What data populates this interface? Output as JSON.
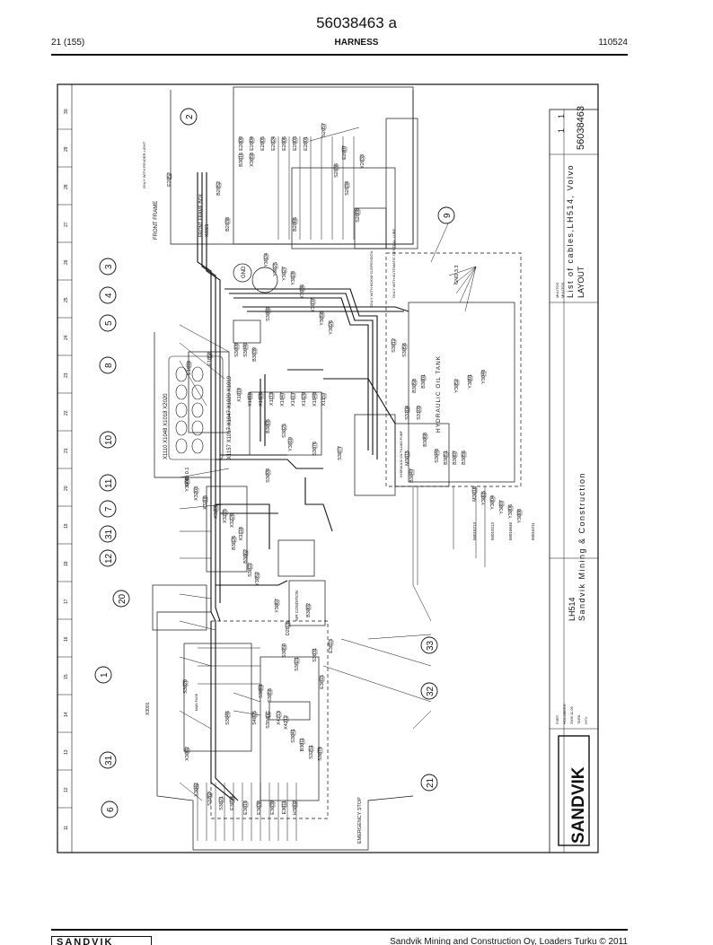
{
  "header": {
    "doc_number": "56038463 a",
    "page": "21 (155)",
    "section": "HARNESS",
    "date": "110524"
  },
  "footer": {
    "logo": "SANDVIK",
    "copyright": "Sandvik Mining and Construction Oy, Loaders Turku © 2011"
  },
  "grid": {
    "columns": [
      "11",
      "12",
      "13",
      "14",
      "15",
      "16",
      "17",
      "18",
      "19",
      "20",
      "21",
      "22",
      "23",
      "24",
      "25",
      "26",
      "27",
      "28",
      "29",
      "30"
    ]
  },
  "callouts": [
    "1",
    "2",
    "3",
    "4",
    "5",
    "6",
    "7",
    "8",
    "9",
    "10",
    "11",
    "12",
    "20",
    "21",
    "31",
    "31",
    "32",
    "33"
  ],
  "title_block": {
    "company": "SANDVIK",
    "model": "LH514",
    "maker": "Sandvik Mining & Construction",
    "drawing_title": "List of cables,LH514, Volvo",
    "drawing_subtitle": "LAYOUT",
    "drawing_number": "56038463",
    "sheet": "1",
    "sheets_total": "1",
    "drawn_label": "PIIRT.",
    "drawn_by": "HOLMBERG",
    "drawn_date": "2006.11.06",
    "checked_label": "TARK.",
    "approved_label": "HYV.",
    "rev_codes": [
      "MUUTOS",
      "MUUTOS"
    ]
  },
  "labels": {
    "front_frame": "FRONT FRAME",
    "front_frame_box": "FRONT FRAME BOX",
    "front_frame_box_id": "X3321",
    "only_fender_light": "ONLY WITH FENDER LIGHT",
    "hydraulic_oil_tank": "HYDRAULIC OIL TANK",
    "gnd": "GND",
    "gnd_zero": "GND 0.1",
    "gnd_33": "GND 3.3",
    "emergency_stop": "EMERGENCY STOP",
    "air_condition": "AIR CONDITION",
    "connector_group_top": "X1110  X1048  X1018  X2020",
    "connector_group_bottom": "X1157 X1017 X1047 X1029  X1019",
    "only_with_boom": "ONLY WITH BOOM SUSPENSION",
    "only_with_auto": "ONLY WITH AUTOMATIC CENTRAL LUBE",
    "part_56010213": "56016213",
    "part_56019213": "56019213",
    "part_56016646": "56016646",
    "part_56016211": "56016211",
    "box_label": "X3001",
    "main_fuse": "MAIN FUSE",
    "hyd_oil_filling_pump": "HYDRAULIC OIL FILLING PUMP"
  },
  "components": [
    "E2009",
    "E2004",
    "E2005",
    "E2024",
    "E2006",
    "E2003",
    "E2001",
    "E2007",
    "S2057",
    "S2036",
    "S2034",
    "S2008",
    "Y2033",
    "E2052",
    "B2052",
    "B2038",
    "B2066",
    "Y3024",
    "Y3025",
    "Y3027",
    "Y3028",
    "S3060",
    "Y3036",
    "Y3037",
    "Y3056",
    "Y3026",
    "S3009",
    "S3040",
    "B3039",
    "E1010",
    "E1056",
    "X1019",
    "X1018",
    "X1020",
    "X1113",
    "X1047",
    "X1017",
    "X1029",
    "X1048",
    "X1157",
    "B3005",
    "S3025",
    "Y3010",
    "S3099",
    "S3076",
    "S3077",
    "S3012",
    "S3056",
    "B3058",
    "B3001",
    "Y3052",
    "Y3001",
    "Y3048",
    "S3104",
    "S3103",
    "B3068",
    "S3048",
    "B3051",
    "B3007",
    "B3056",
    "B3047",
    "M3015",
    "M3016",
    "Y3005",
    "Y3004",
    "Y3007",
    "Y3006",
    "Y3008",
    "Y3009",
    "X3203",
    "X3205",
    "X3206",
    "X3225",
    "X3226",
    "X3118",
    "B3026",
    "B3062",
    "S3022",
    "Y3052",
    "Y3067",
    "D2026",
    "B3002",
    "S3050",
    "S3021",
    "S3031",
    "E3015",
    "S3001",
    "S3056",
    "S3046",
    "S4005",
    "S3040C",
    "X4213",
    "X4212",
    "S3041",
    "B3011",
    "S3251",
    "S3078",
    "X3002",
    "X3042",
    "S3263",
    "S3021",
    "E3014",
    "E3018",
    "E3038",
    "E3039",
    "E3011",
    "H3002",
    "E3013",
    "S3020",
    "B3016",
    "X3058"
  ]
}
